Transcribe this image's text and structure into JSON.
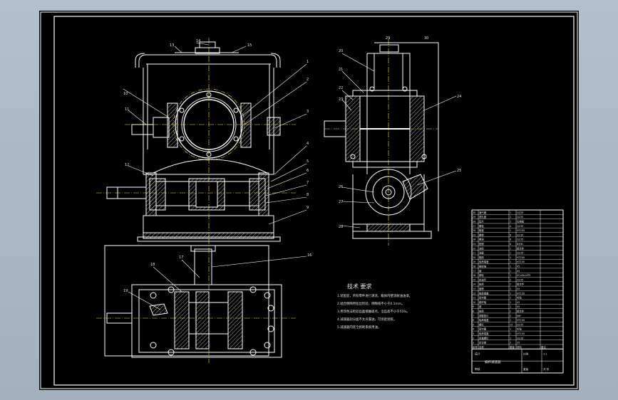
{
  "drawing": {
    "tech_title": "技术 要求",
    "tech_notes": [
      "1.装配前，所有零件进行清洗，箱体内壁涂耐油油漆。",
      "2.啮合侧隙用铅丝检验，侧隙值不小于0.1mm。",
      "3.用涂色法检验齿面接触斑点，沿齿高不小于55%。",
      "4.减速器剖分面不允许漏油，可涂密封胶。",
      "5.减速器内装全损耗系统用油。"
    ]
  },
  "callouts_front": [
    "1",
    "2",
    "3",
    "4",
    "5",
    "6",
    "7",
    "8",
    "9",
    "10",
    "11",
    "12",
    "13",
    "14",
    "15"
  ],
  "callouts_side": [
    "20",
    "21",
    "22",
    "23",
    "24",
    "25",
    "26",
    "27",
    "28",
    "29",
    "30"
  ],
  "callouts_top": [
    "16",
    "17",
    "18",
    "19"
  ],
  "parts_table": {
    "rows": [
      {
        "no": "30",
        "name": "通气器",
        "qty": "1",
        "material": "Q235"
      },
      {
        "no": "29",
        "name": "视孔盖",
        "qty": "1",
        "material": "Q235"
      },
      {
        "no": "28",
        "name": "垫片",
        "qty": "1",
        "material": "石棉板"
      },
      {
        "no": "27",
        "name": "螺栓",
        "qty": "4",
        "material": "Q235"
      },
      {
        "no": "26",
        "name": "箱盖",
        "qty": "1",
        "material": "HT200"
      },
      {
        "no": "25",
        "name": "螺栓",
        "qty": "6",
        "material": "Q235"
      },
      {
        "no": "24",
        "name": "螺母",
        "qty": "6",
        "material": "Q235"
      },
      {
        "no": "23",
        "name": "垫圈",
        "qty": "6",
        "material": "65Mn"
      },
      {
        "no": "22",
        "name": "油标",
        "qty": "1",
        "material": "组合件"
      },
      {
        "no": "21",
        "name": "油塞",
        "qty": "1",
        "material": "Q235"
      },
      {
        "no": "20",
        "name": "箱座",
        "qty": "1",
        "material": "HT200"
      },
      {
        "no": "19",
        "name": "轴承端盖",
        "qty": "1",
        "material": "HT150"
      },
      {
        "no": "18",
        "name": "蜗轮轴",
        "qty": "1",
        "material": "45"
      },
      {
        "no": "17",
        "name": "键",
        "qty": "1",
        "material": "45"
      },
      {
        "no": "16",
        "name": "蜗轮",
        "qty": "1",
        "material": "ZCuSn10P1"
      },
      {
        "no": "15",
        "name": "挡油环",
        "qty": "2",
        "material": "Q235"
      },
      {
        "no": "14",
        "name": "轴承",
        "qty": "2",
        "material": "组合件"
      },
      {
        "no": "13",
        "name": "套筒",
        "qty": "1",
        "material": "45"
      },
      {
        "no": "12",
        "name": "轴承端盖",
        "qty": "1",
        "material": "HT150"
      },
      {
        "no": "11",
        "name": "密封圈",
        "qty": "1",
        "material": "毛毡"
      },
      {
        "no": "10",
        "name": "蜗杆轴",
        "qty": "1",
        "material": "45"
      },
      {
        "no": "9",
        "name": "键",
        "qty": "1",
        "material": "45"
      },
      {
        "no": "8",
        "name": "轴承",
        "qty": "2",
        "material": "组合件"
      },
      {
        "no": "7",
        "name": "调整垫片",
        "qty": "2",
        "material": "08F"
      },
      {
        "no": "6",
        "name": "轴承端盖",
        "qty": "1",
        "material": "HT150"
      },
      {
        "no": "5",
        "name": "螺钉",
        "qty": "12",
        "material": "Q235"
      },
      {
        "no": "4",
        "name": "密封圈",
        "qty": "1",
        "material": "毛毡"
      },
      {
        "no": "3",
        "name": "轴承端盖",
        "qty": "1",
        "material": "HT150"
      },
      {
        "no": "2",
        "name": "启盖螺钉",
        "qty": "1",
        "material": "Q235"
      },
      {
        "no": "1",
        "name": "定位销",
        "qty": "2",
        "material": "35"
      }
    ],
    "header": {
      "no": "序号",
      "name": "名称",
      "qty": "数量",
      "material": "材料",
      "note": "备注"
    },
    "title_block": {
      "title": "蜗杆减速器",
      "scale_label": "比例",
      "scale": "1:1",
      "drawn_label": "设计",
      "check_label": "审核",
      "sheet_label": "共 张",
      "weight_label": "重量"
    }
  },
  "colors": {
    "sheet_bg": "#000000",
    "line": "#ffffff",
    "center": "#ffe14d",
    "thin": "#cccccc",
    "hatch": "#d8d8d8"
  }
}
